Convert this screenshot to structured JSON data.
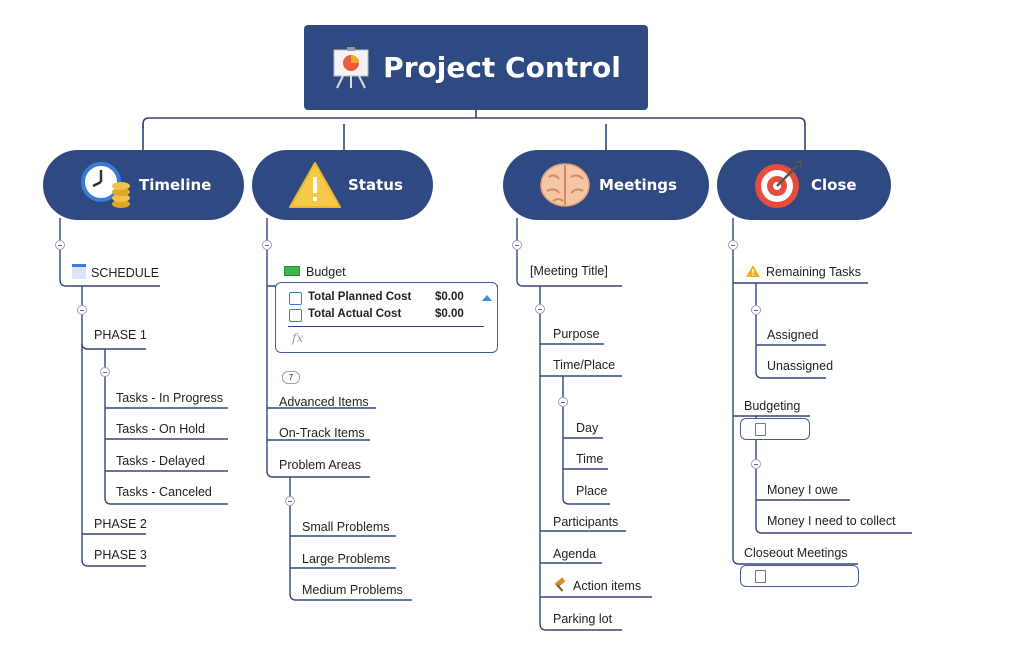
{
  "colors": {
    "accent": "#2f4a82",
    "line": "#33457a",
    "text": "#222222"
  },
  "central": {
    "title": "Project Control",
    "icon": "presentation-board-icon"
  },
  "timeline": {
    "label": "Timeline",
    "icon": "clock-coins-icon",
    "schedule": "SCHEDULE",
    "phase1": "PHASE 1",
    "tasks": [
      "Tasks - In Progress",
      "Tasks - On Hold",
      "Tasks - Delayed",
      "Tasks - Canceled"
    ],
    "phase2": "PHASE 2",
    "phase3": "PHASE 3"
  },
  "status": {
    "label": "Status",
    "icon": "warning-icon",
    "budget": "Budget",
    "budget_rows": [
      {
        "label": "Total Planned Cost",
        "value": "$0.00"
      },
      {
        "label": "Total Actual Cost",
        "value": "$0.00"
      }
    ],
    "fx": "fx",
    "count": "7",
    "advanced": "Advanced Items",
    "ontrack": "On-Track Items",
    "problems": "Problem Areas",
    "problem_items": [
      "Small Problems",
      "Large Problems",
      "Medium Problems"
    ]
  },
  "meetings": {
    "label": "Meetings",
    "icon": "brain-icon",
    "title": "[Meeting Title]",
    "purpose": "Purpose",
    "timeplace": "Time/Place",
    "tp_items": [
      "Day",
      "Time",
      "Place"
    ],
    "participants": "Participants",
    "agenda": "Agenda",
    "action": "Action items",
    "parking": "Parking lot"
  },
  "close": {
    "label": "Close",
    "icon": "target-icon",
    "remaining": "Remaining Tasks",
    "remaining_items": [
      "Assigned",
      "Unassigned"
    ],
    "budgeting": "Budgeting",
    "money_items": [
      "Money I owe",
      "Money I need to collect"
    ],
    "closeout": "Closeout Meetings"
  }
}
